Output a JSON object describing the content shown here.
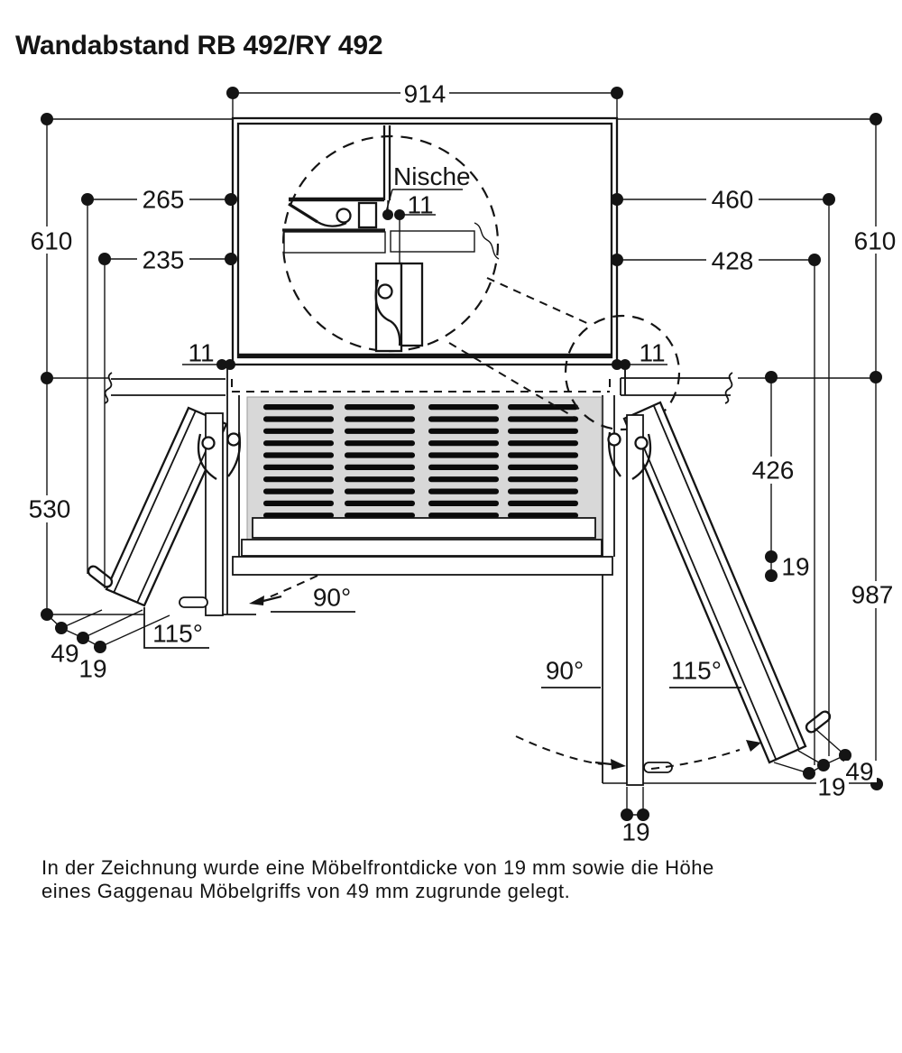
{
  "title": "Wandabstand RB 492/RY 492",
  "footnote": {
    "line1": "In der Zeichnung wurde eine Möbelfrontdicke von 19 mm sowie die Höhe",
    "line2": "eines Gaggenau Möbelgriffs von 49 mm zugrunde gelegt."
  },
  "colors": {
    "ink": "#141414",
    "grille_fill": "#d8d8d8",
    "slot": "#0a0a0a",
    "background": "#ffffff"
  },
  "vent_grille": {
    "columns": 4,
    "rows": 10
  },
  "labels": {
    "top_width": "914",
    "side_height_left": "610",
    "side_height_right": "610",
    "handle_clearance_left": "265",
    "door_clearance_left": "235",
    "handle_clearance_right": "460",
    "door_clearance_right": "428",
    "niche": "Nische",
    "niche_gap": "11",
    "side_gap_left": "11",
    "side_gap_right": "11",
    "vent_height": "426",
    "front_thickness_mid": "19",
    "open_height_right": "987",
    "open_height_left": "530",
    "handle_height_left": "49",
    "front_thickness_left": "19",
    "angle_full_left": "115°",
    "angle_90_left": "90°",
    "angle_90_right": "90°",
    "angle_full_right": "115°",
    "front_thickness_bottom": "19",
    "front_thickness_right": "19",
    "handle_height_right": "49"
  }
}
